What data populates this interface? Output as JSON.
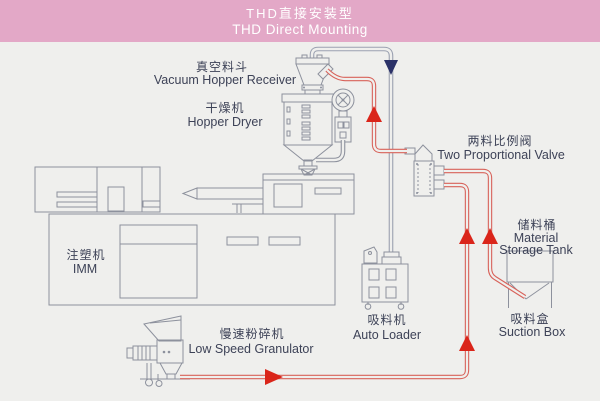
{
  "banner": {
    "title_zh": "THD直接安装型",
    "title_en": "THD Direct Mounting"
  },
  "equipment": {
    "vacuum_hopper_receiver": {
      "zh": "真空料斗",
      "en": "Vacuum Hopper Receiver"
    },
    "hopper_dryer": {
      "zh": "干燥机",
      "en": "Hopper Dryer"
    },
    "two_proportional_valve": {
      "zh": "两料比例阀",
      "en": "Two Proportional Valve"
    },
    "material_storage_tank": {
      "zh": "储料桶",
      "en_line1": "Material",
      "en_line2": "Storage Tank"
    },
    "suction_box": {
      "zh": "吸料盒",
      "en": "Suction Box"
    },
    "auto_loader": {
      "zh": "吸料机",
      "en": "Auto Loader"
    },
    "low_speed_granulator": {
      "zh": "慢速粉碎机",
      "en": "Low Speed Granulator"
    },
    "injection_molding_machine": {
      "zh": "注塑机",
      "en": "IMM"
    }
  },
  "colors": {
    "banner_bg": "#e3a8c7",
    "banner_text": "#ffffff",
    "background": "#efefed",
    "outline_grey": "#8d919d",
    "label_navy": "#3d4257",
    "flow_tube_red": "#d8625a",
    "flow_arrow_red": "#da251a",
    "vacuum_tube_grey": "#9aa0b0",
    "vacuum_arrow_navy": "#2b3268"
  }
}
